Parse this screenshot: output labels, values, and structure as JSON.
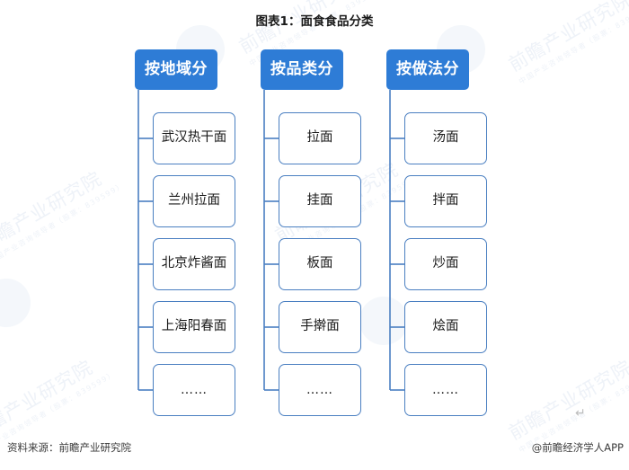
{
  "chart_data": {
    "type": "diagram",
    "title": "图表1：面食食品分类",
    "diagram_kind": "tree-classification",
    "columns": [
      {
        "header": "按地域分",
        "items": [
          "武汉热干面",
          "兰州拉面",
          "北京炸酱面",
          "上海阳春面",
          "……"
        ]
      },
      {
        "header": "按品类分",
        "items": [
          "拉面",
          "挂面",
          "板面",
          "手擀面",
          "……"
        ]
      },
      {
        "header": "按做法分",
        "items": [
          "汤面",
          "拌面",
          "炒面",
          "烩面",
          "……"
        ]
      }
    ],
    "legend": [],
    "annotations": []
  },
  "title": "图表1：面食食品分类",
  "columns": [
    {
      "header": "按地域分",
      "items": [
        {
          "label": "武汉热干面"
        },
        {
          "label": "兰州拉面"
        },
        {
          "label": "北京炸酱面"
        },
        {
          "label": "上海阳春面"
        },
        {
          "label": "……"
        }
      ]
    },
    {
      "header": "按品类分",
      "items": [
        {
          "label": "拉面"
        },
        {
          "label": "挂面"
        },
        {
          "label": "板面"
        },
        {
          "label": "手擀面"
        },
        {
          "label": "……"
        }
      ]
    },
    {
      "header": "按做法分",
      "items": [
        {
          "label": "汤面"
        },
        {
          "label": "拌面"
        },
        {
          "label": "炒面"
        },
        {
          "label": "烩面"
        },
        {
          "label": "……"
        }
      ]
    }
  ],
  "footer": {
    "source": "资料来源：前瞻产业研究院",
    "credit": "@前瞻经济学人APP"
  },
  "marks": {
    "return_symbol": "↵"
  },
  "watermark": {
    "main": "前瞻产业研究院",
    "sub": "中国产业咨询领导者（股票：839599）"
  },
  "colors": {
    "header_blue": "#2e7cd6",
    "box_border": "#4a7fc1",
    "connector": "#4a7fc1",
    "text": "#1a1a1a",
    "watermark": "#eef2f8"
  }
}
